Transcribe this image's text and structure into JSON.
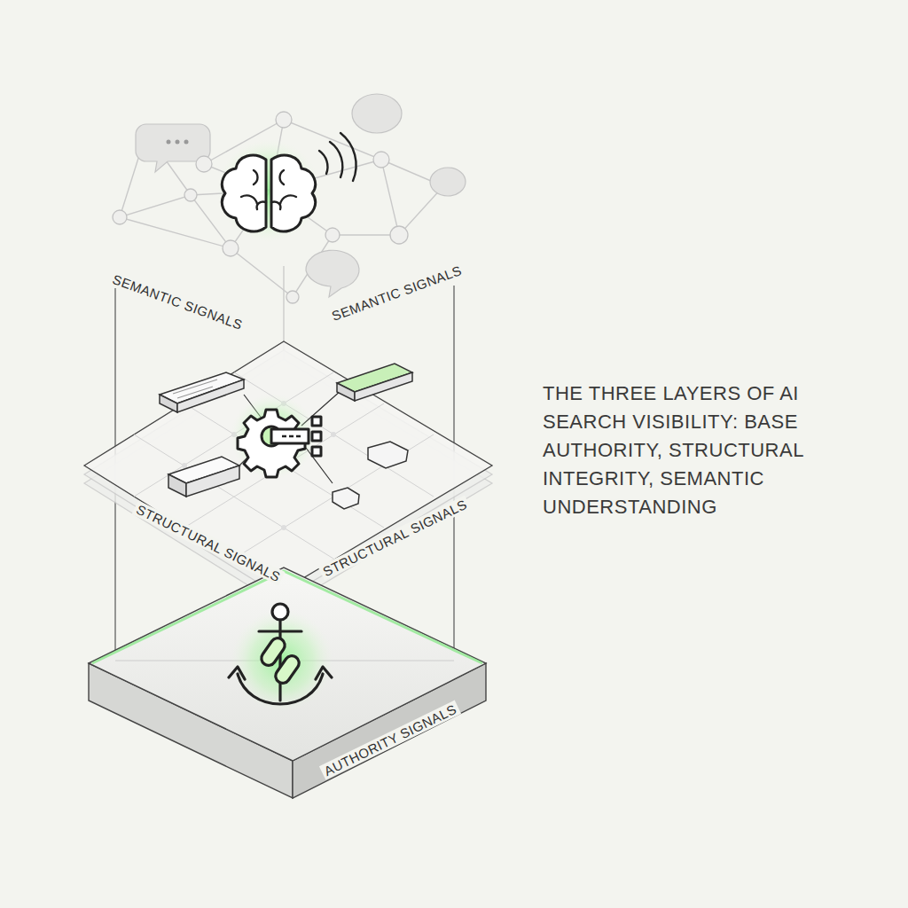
{
  "diagram": {
    "caption": "THE THREE LAYERS OF AI SEARCH VISIBILITY: BASE AUTHORITY, STRUCTURAL INTEGRITY, SEMANTIC UNDERSTANDING",
    "labels": [
      "SEMANTIC SIGNALS",
      "SEMANTIC SIGNALS",
      "STRUCTURAL SIGNALS",
      "STRUCTURAL SIGNALS",
      "AUTHORITY SIGNALS"
    ]
  }
}
